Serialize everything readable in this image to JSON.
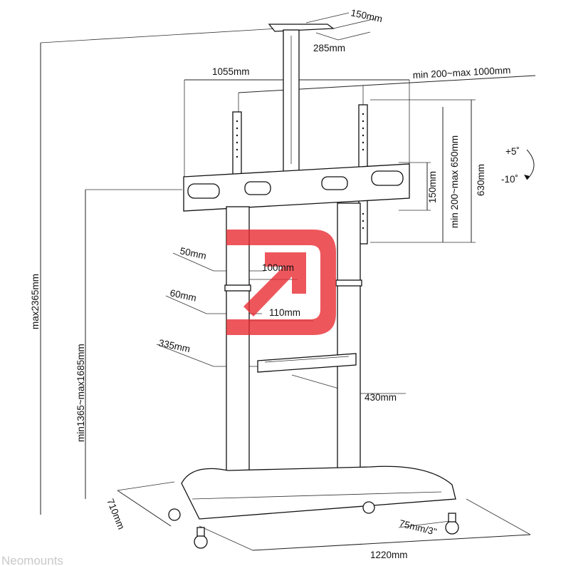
{
  "labels": {
    "plate_depth": "150mm",
    "plate_width": "285mm",
    "bracket_width": "1055mm",
    "vesa_width": "min 200~max 1000mm",
    "vesa_height": "min 200~max 650mm",
    "bracket_height": "150mm",
    "max_height_630": "630mm",
    "tilt_up": "+5˚",
    "tilt_down": "-10˚",
    "total_height": "max2365mm",
    "center_height": "min1365~max1685mm",
    "clamp_50": "50mm",
    "clamp_100": "100mm",
    "clamp_60": "60mm",
    "clamp_110": "110mm",
    "shelf_depth": "335mm",
    "shelf_width": "430mm",
    "base_depth": "710mm",
    "base_width": "1220mm",
    "caster": "75mm/3\""
  },
  "brand": {
    "name": "Neomounts",
    "accent": "#e8292f"
  }
}
